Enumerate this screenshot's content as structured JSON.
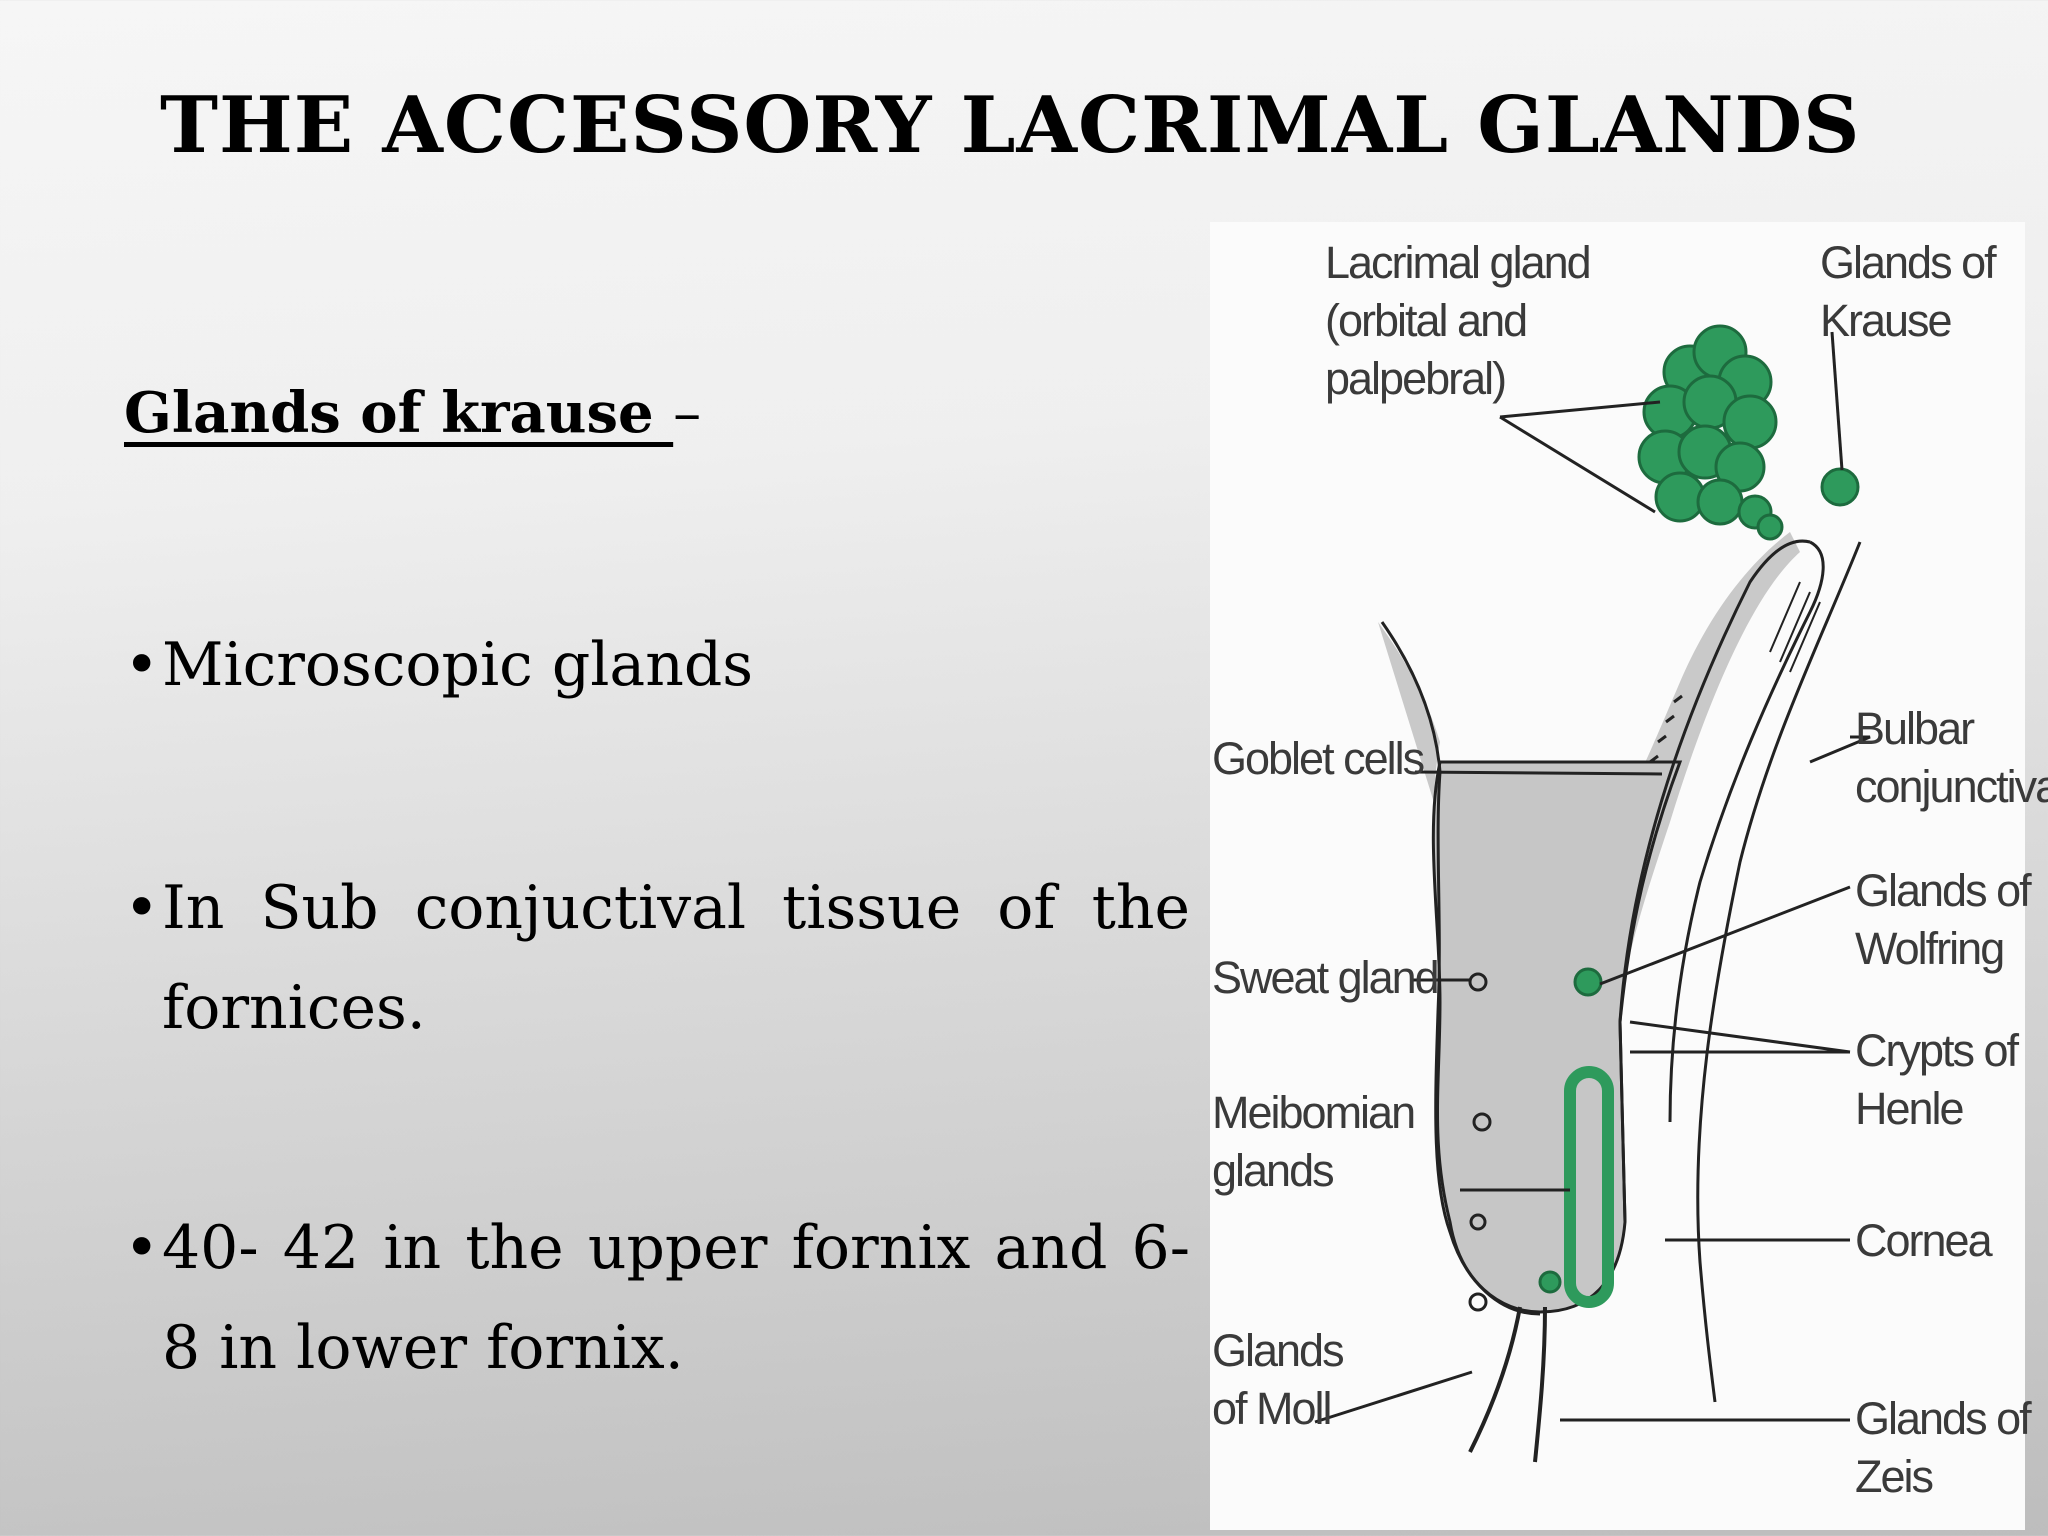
{
  "slide": {
    "title": "THE ACCESSORY LACRIMAL GLANDS",
    "subheading": {
      "label": "Glands of krause ",
      "dash": "–"
    },
    "bullets": [
      {
        "marker": "•",
        "text": "Microscopic glands"
      },
      {
        "marker": "•",
        "text": "In Sub conjuctival tissue of the fornices."
      },
      {
        "marker": "•",
        "text": " 40- 42 in the upper fornix and 6-8 in lower fornix."
      }
    ]
  },
  "diagram": {
    "labels": {
      "lacrimal_gland": [
        "Lacrimal gland",
        "(orbital and",
        "palpebral)"
      ],
      "glands_of_krause": [
        "Glands of",
        "Krause"
      ],
      "goblet_cells": [
        "Goblet cells"
      ],
      "bulbar_conjunctiva": [
        "Bulbar",
        "conjunctiva"
      ],
      "glands_of_wolfring": [
        "Glands of",
        "Wolfring"
      ],
      "sweat_gland": [
        "Sweat gland"
      ],
      "crypts_of_henle": [
        "Crypts of",
        "Henle"
      ],
      "meibomian_glands": [
        "Meibomian",
        "glands"
      ],
      "cornea": [
        "Cornea"
      ],
      "glands_of_moll": [
        "Glands",
        "of Moll"
      ],
      "glands_of_zeis": [
        "Glands of",
        "Zeis"
      ]
    },
    "colors": {
      "gland_green": "#2e9a5c",
      "gland_dark": "#1d6b3e",
      "tissue_gray": "#c9c9c9",
      "line": "#222222"
    }
  }
}
